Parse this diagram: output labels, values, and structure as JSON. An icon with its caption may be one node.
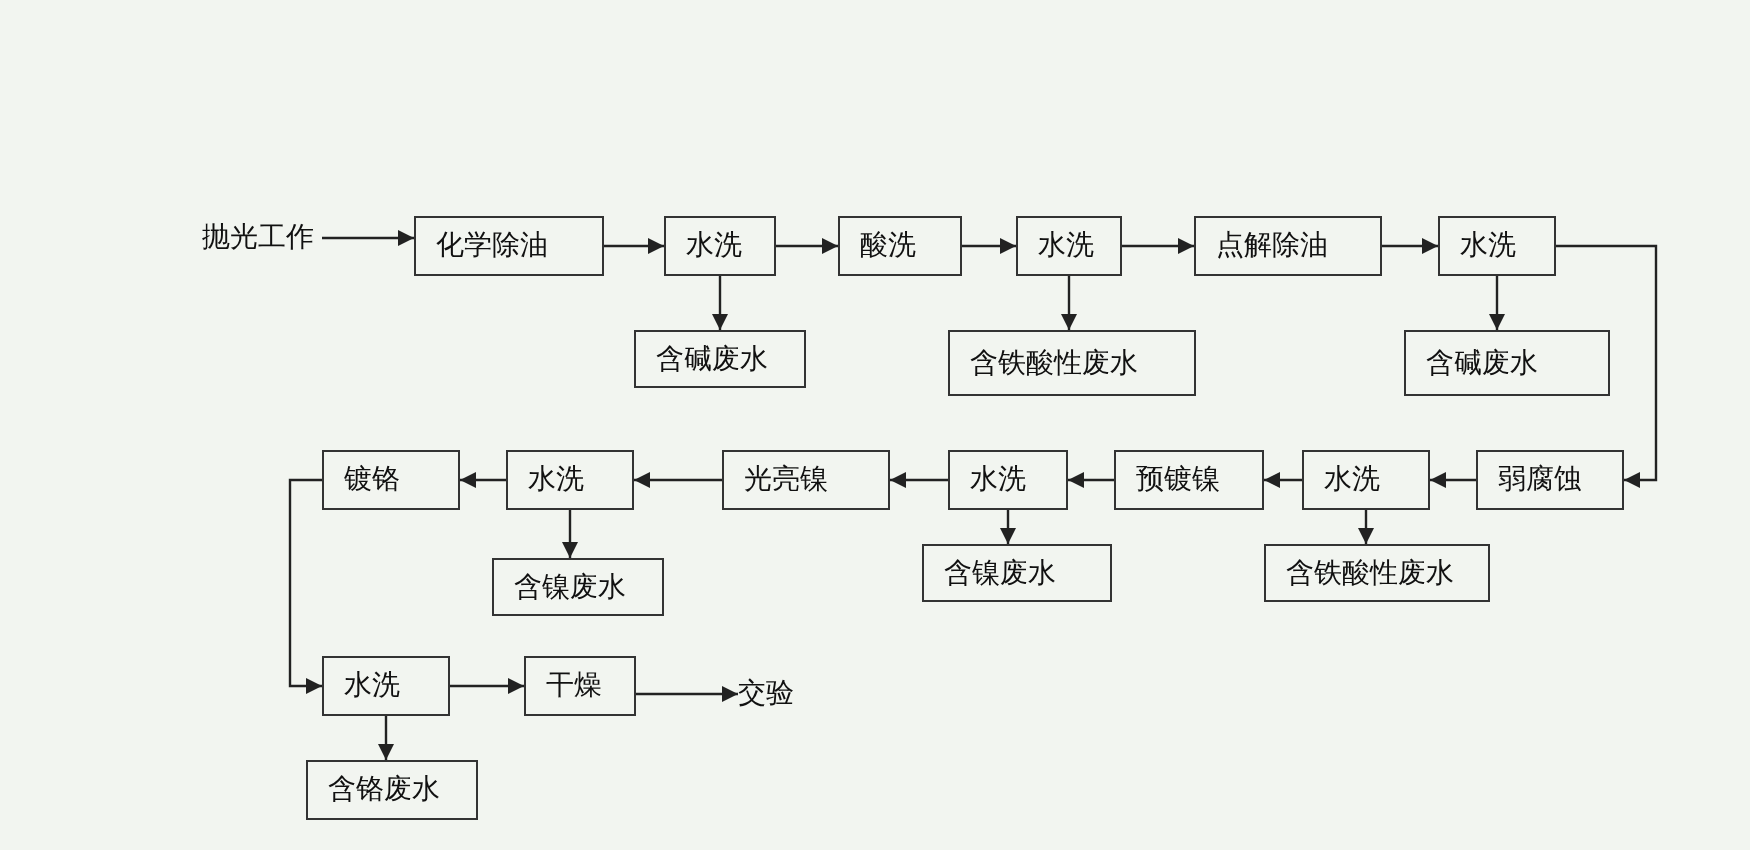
{
  "diagram": {
    "nodes": [
      {
        "text": [
          "抛光工作"
        ]
      },
      {
        "text": [
          "化学除油"
        ]
      },
      {
        "text": [
          "水洗"
        ]
      },
      {
        "text": [
          "含碱废水"
        ]
      },
      {
        "text": [
          "酸洗"
        ]
      },
      {
        "text": [
          "水洗"
        ]
      },
      {
        "text": [
          "含铁酸性废水"
        ]
      },
      {
        "text": [
          "点解除油"
        ]
      },
      {
        "text": [
          "水洗"
        ]
      },
      {
        "text": [
          "含碱废水"
        ]
      },
      {
        "text": [
          "弱腐蚀"
        ]
      },
      {
        "text": [
          "水洗"
        ]
      },
      {
        "text": [
          "含铁酸性废水"
        ]
      },
      {
        "text": [
          "预镀镍"
        ]
      },
      {
        "text": [
          "水洗"
        ]
      },
      {
        "text": [
          "含镍废水"
        ]
      },
      {
        "text": [
          "光亮镍"
        ]
      },
      {
        "text": [
          "水洗"
        ]
      },
      {
        "text": [
          "含镍废水"
        ]
      },
      {
        "text": [
          "镀铬"
        ]
      },
      {
        "text": [
          "水洗"
        ]
      },
      {
        "text": [
          "含铬废水"
        ]
      },
      {
        "text": [
          "干燥"
        ]
      },
      {
        "text": [
          "交验"
        ]
      }
    ],
    "edges": [
      {
        "from": 0,
        "to": 1,
        "arrow": "to"
      },
      {
        "from": 1,
        "to": 2,
        "arrow": "to"
      },
      {
        "from": 2,
        "to": 3,
        "arrow": "to"
      },
      {
        "from": 2,
        "to": 4,
        "arrow": "to"
      },
      {
        "from": 4,
        "to": 5,
        "arrow": "to"
      },
      {
        "from": 5,
        "to": 6,
        "arrow": "to"
      },
      {
        "from": 5,
        "to": 7,
        "arrow": "to"
      },
      {
        "from": 7,
        "to": 8,
        "arrow": "to"
      },
      {
        "from": 8,
        "to": 9,
        "arrow": "to"
      },
      {
        "from": 8,
        "to": 10,
        "arrow": "to"
      },
      {
        "from": 10,
        "to": 11,
        "arrow": "to"
      },
      {
        "from": 11,
        "to": 12,
        "arrow": "to"
      },
      {
        "from": 11,
        "to": 13,
        "arrow": "to"
      },
      {
        "from": 13,
        "to": 14,
        "arrow": "to"
      },
      {
        "from": 14,
        "to": 15,
        "arrow": "to"
      },
      {
        "from": 14,
        "to": 16,
        "arrow": "to"
      },
      {
        "from": 16,
        "to": 17,
        "arrow": "to"
      },
      {
        "from": 17,
        "to": 18,
        "arrow": "to"
      },
      {
        "from": 17,
        "to": 19,
        "arrow": "to"
      },
      {
        "from": 19,
        "to": 20,
        "arrow": "to"
      },
      {
        "from": 20,
        "to": 21,
        "arrow": "to"
      },
      {
        "from": 20,
        "to": 22,
        "arrow": "to"
      },
      {
        "from": 22,
        "to": 23,
        "arrow": "to"
      }
    ]
  }
}
